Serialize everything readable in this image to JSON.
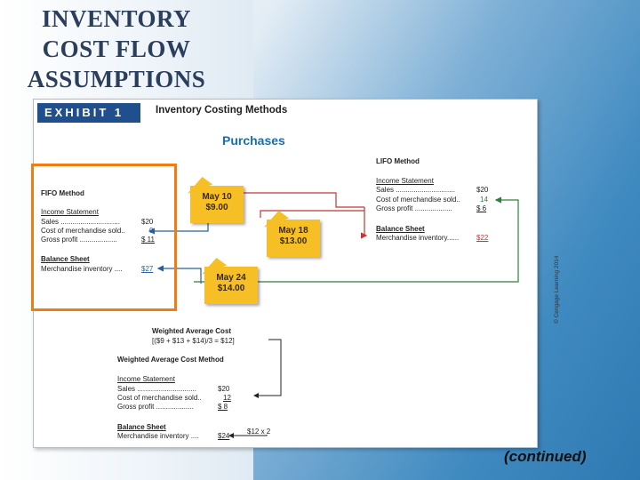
{
  "slide": {
    "title_lines": [
      "INVENTORY",
      "COST FLOW",
      "ASSUMPTIONS"
    ],
    "continued": "(continued)"
  },
  "exhibit": {
    "tag": "EXHIBIT 1",
    "caption": "Inventory Costing Methods",
    "purchases_heading": "Purchases",
    "copyright": "© Cengage Learning 2014",
    "purchases": [
      {
        "date": "May 10",
        "cost": "$9.00"
      },
      {
        "date": "May 18",
        "cost": "$13.00"
      },
      {
        "date": "May 24",
        "cost": "$14.00"
      }
    ],
    "fifo": {
      "method": "FIFO Method",
      "income_statement": "Income Statement",
      "sales_label": "Sales ..............................",
      "sales_value": "$20",
      "cogs_label": "Cost of merchandise sold..",
      "cogs_value": "9",
      "gp_label": "Gross profit ...................",
      "gp_value": "$ 11",
      "balance_sheet": "Balance Sheet",
      "inv_label": "Merchandise inventory ....",
      "inv_value": "$27"
    },
    "lifo": {
      "method": "LIFO Method",
      "income_statement": "Income Statement",
      "sales_label": "Sales ..............................",
      "sales_value": "$20",
      "cogs_label": "Cost of merchandise sold..",
      "cogs_value": "14",
      "gp_label": "Gross profit ...................",
      "gp_value": "$ 6",
      "balance_sheet": "Balance Sheet",
      "inv_label": "Merchandise inventory......",
      "inv_value": "$22"
    },
    "weighted": {
      "heading": "Weighted Average Cost",
      "formula": "[($9 + $13 + $14)/3 = $12]",
      "method": "Weighted Average Cost Method",
      "income_statement": "Income Statement",
      "sales_label": "Sales ..............................",
      "sales_value": "$20",
      "cogs_label": "Cost of merchandise sold..",
      "cogs_value": "12",
      "gp_label": "Gross profit ...................",
      "gp_value": "$ 8",
      "balance_sheet": "Balance Sheet",
      "inv_label": "Merchandise inventory ....",
      "inv_value": "$24",
      "multiplier": "$12 x 2"
    }
  },
  "colors": {
    "title": "#2b3e5c",
    "exhibit_tag": "#1f4f8c",
    "sticky_note": "#f6bf25",
    "highlight_box": "#f07d12",
    "fifo_arrow": "#2a5f9e",
    "lifo_arrow": "#c23636",
    "green_arrow": "#2f7f3a"
  }
}
